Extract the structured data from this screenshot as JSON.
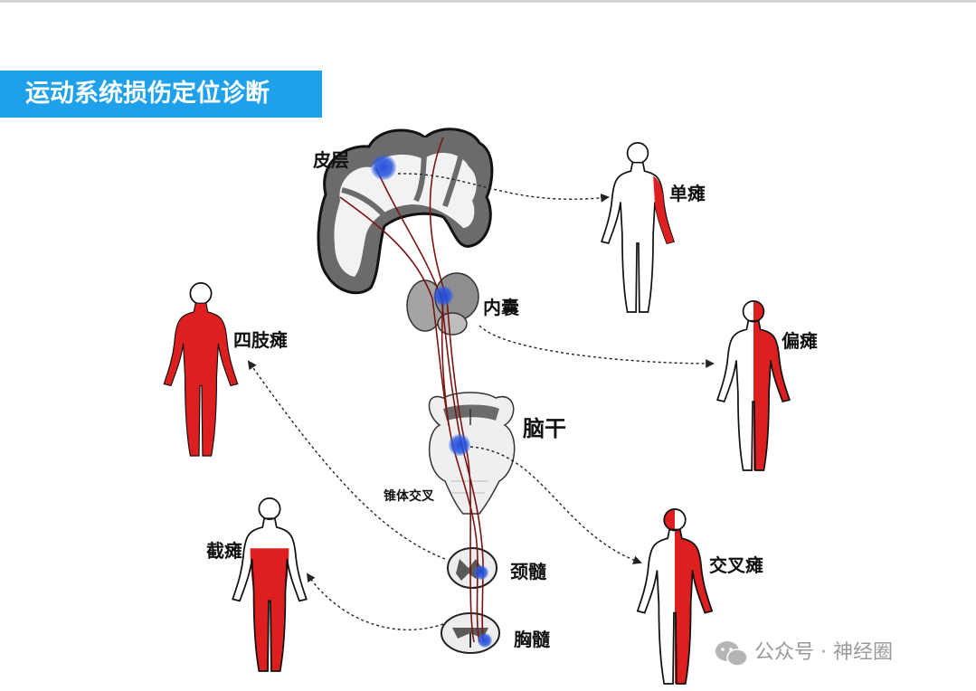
{
  "title": "运动系统损伤定位诊断",
  "labels": {
    "cortex": "皮层",
    "internal_capsule": "内囊",
    "brainstem": "脑干",
    "pyramidal_decussation": "锥体交叉",
    "cervical_cord": "颈髓",
    "thoracic_cord": "胸髓"
  },
  "syndromes": {
    "monoplegia": "单瘫",
    "hemiplegia": "偏瘫",
    "quadriplegia": "四肢瘫",
    "crossed_paralysis": "交叉瘫",
    "paraplegia": "截瘫"
  },
  "watermark": "公众号 · 神经圈",
  "colors": {
    "paralysis": "#dd1f1f",
    "lesion": "#1d48d8",
    "title_bg": "#1ea0ea",
    "tract": "#7a1414"
  }
}
